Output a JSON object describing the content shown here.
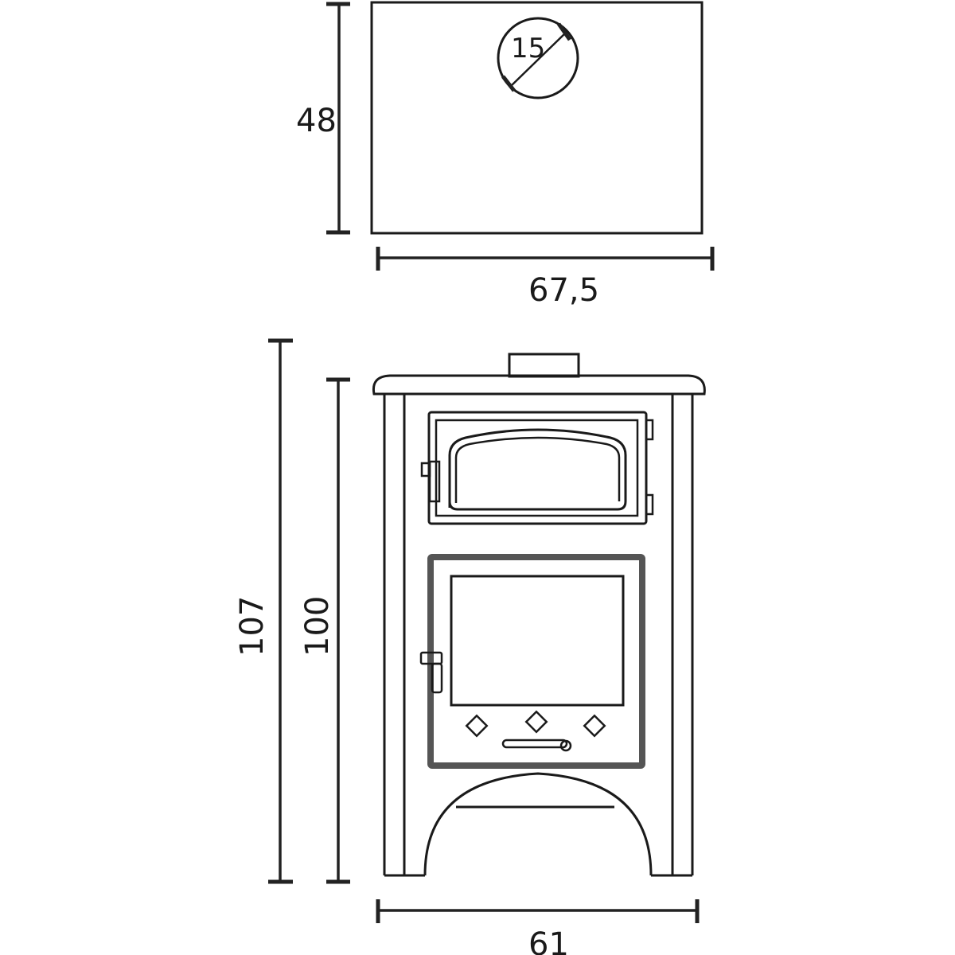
{
  "top_view": {
    "depth_label": "48",
    "width_label": "67,5",
    "flue_diameter_label": "15"
  },
  "front_view": {
    "total_height_label": "107",
    "body_height_label": "100",
    "width_label": "61"
  },
  "colors": {
    "line": "#1a1a1a",
    "door_frame": "#555555",
    "background": "#ffffff"
  }
}
